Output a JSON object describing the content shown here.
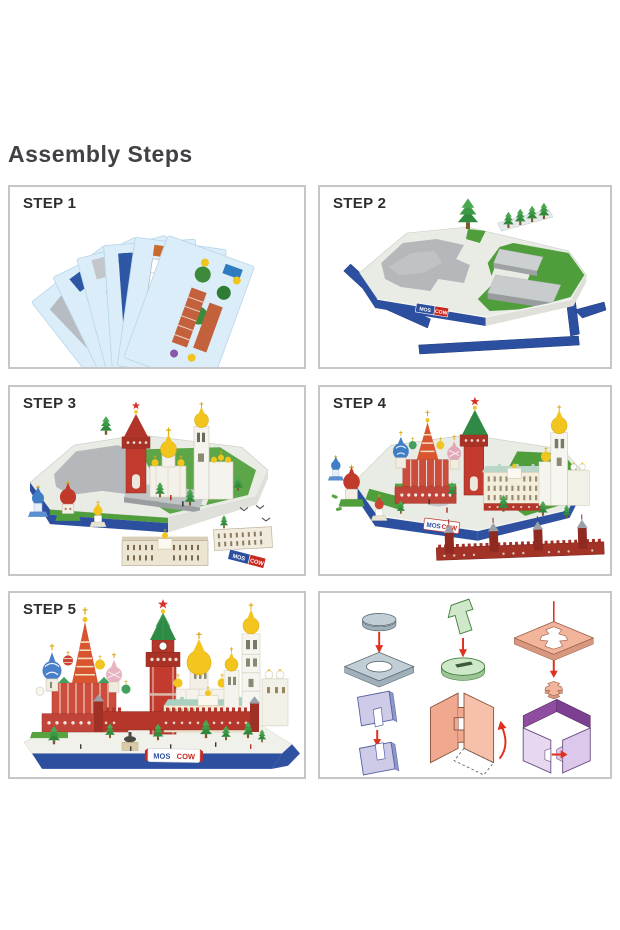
{
  "title": "Assembly Steps",
  "panels": {
    "step1": {
      "label": "STEP 1"
    },
    "step2": {
      "label": "STEP 2"
    },
    "step3": {
      "label": "STEP 3"
    },
    "step4": {
      "label": "STEP 4"
    },
    "step5": {
      "label": "STEP 5"
    },
    "connectors": {
      "icons": [
        "disc-into-frame",
        "tab-into-disc",
        "cross-through-plate",
        "slot-join-panels",
        "hook-fold-panels",
        "box-corner-slide"
      ]
    }
  },
  "sign": {
    "left": "MOS",
    "right": "COW",
    "word": "MOSCOW"
  },
  "colors": {
    "panel_border": "#c6c6c6",
    "title_text": "#3f4144",
    "sheet_blue": "#daedf8",
    "base_blue": "#2d4fa0",
    "grass_green": "#4f9e3b",
    "gold": "#f2c41e",
    "brick_red": "#c23b2e",
    "sign_red": "#c8281e",
    "arrow_red": "#e0301e"
  }
}
